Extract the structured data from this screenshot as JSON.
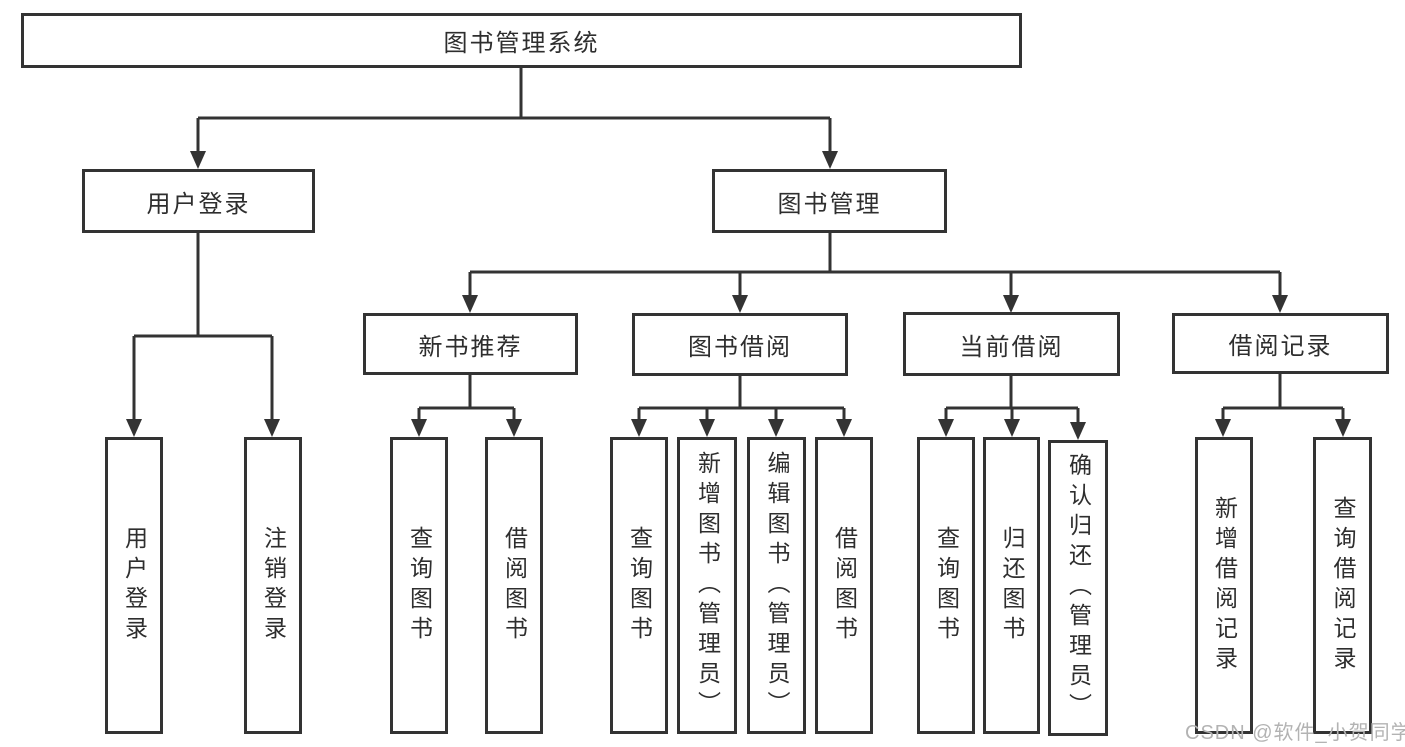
{
  "diagram_title": "图书管理系统",
  "tree": {
    "root": "图书管理系统",
    "branches": [
      {
        "label": "用户登录",
        "children": [
          "用户登录",
          "注销登录"
        ]
      },
      {
        "label": "图书管理",
        "groups": [
          {
            "label": "新书推荐",
            "children": [
              "查询图书",
              "借阅图书"
            ]
          },
          {
            "label": "图书借阅",
            "children": [
              "查询图书",
              "新增图书（管理员）",
              "编辑图书（管理员）",
              "借阅图书"
            ]
          },
          {
            "label": "当前借阅",
            "children": [
              "查询图书",
              "归还图书",
              "确认归还（管理员）"
            ]
          },
          {
            "label": "借阅记录",
            "children": [
              "新增借阅记录",
              "查询借阅记录"
            ]
          }
        ]
      }
    ]
  },
  "watermark": "CSDN @软件_小贺同学",
  "colors": {
    "line": "#333333",
    "box_border": "#333333",
    "text": "#2e2e2e",
    "background": "#ffffff",
    "watermark": "#b3b3b3"
  }
}
